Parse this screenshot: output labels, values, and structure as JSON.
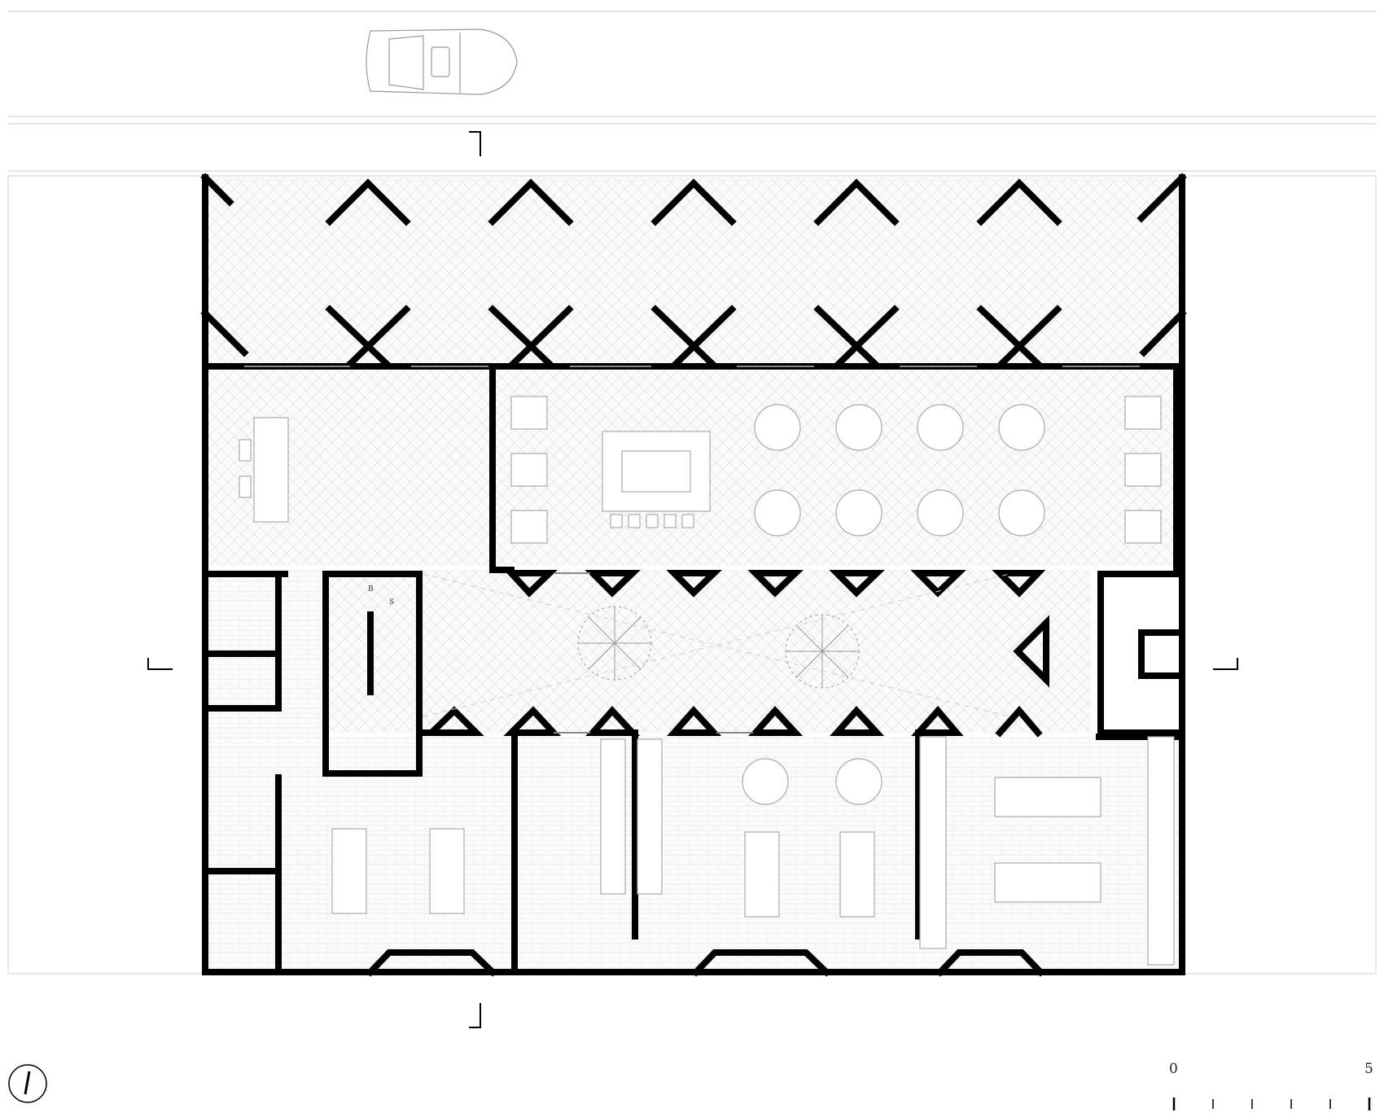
{
  "plan": {
    "scale_bar": {
      "start_label": "0",
      "end_label": "5",
      "ticks": 6
    },
    "stair_labels": {
      "down": "B",
      "up": "S"
    },
    "north_arrow": "north-arrow"
  },
  "colors": {
    "wall": "#000000",
    "line": "#b8b8b8",
    "floor": "#fafafa",
    "ink": "#222222"
  }
}
